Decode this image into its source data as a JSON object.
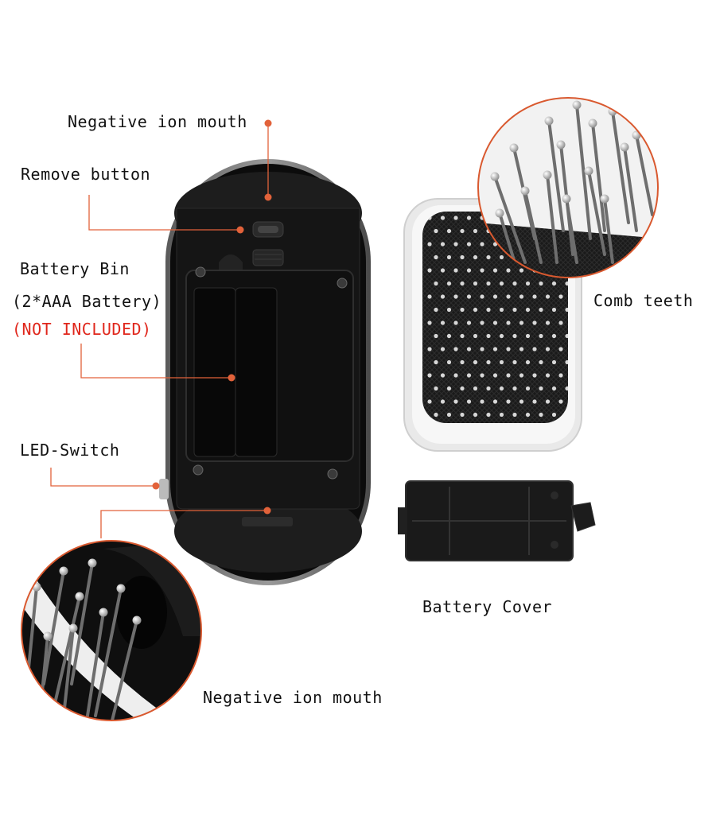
{
  "labels": {
    "negative_ion_top": "Negative ion mouth",
    "remove_button": "Remove button",
    "battery_bin": "Battery Bin",
    "battery_spec": "(2*AAA Battery)",
    "not_included": "(NOT INCLUDED)",
    "led_switch": "LED-Switch",
    "comb_teeth": "Comb teeth",
    "battery_cover": "Battery Cover",
    "negative_ion_bottom": "Negative ion mouth"
  },
  "colors": {
    "leader": "#e2623a",
    "warning_text": "#e0261b",
    "brush_body": "#111111",
    "brush_rim": "#7a7a7a",
    "pad_white": "#f3f3f3"
  },
  "icons": [
    "brush-back-image",
    "brush-front-image",
    "battery-cover-image",
    "comb-teeth-zoom-circle",
    "ion-mouth-zoom-circle"
  ]
}
